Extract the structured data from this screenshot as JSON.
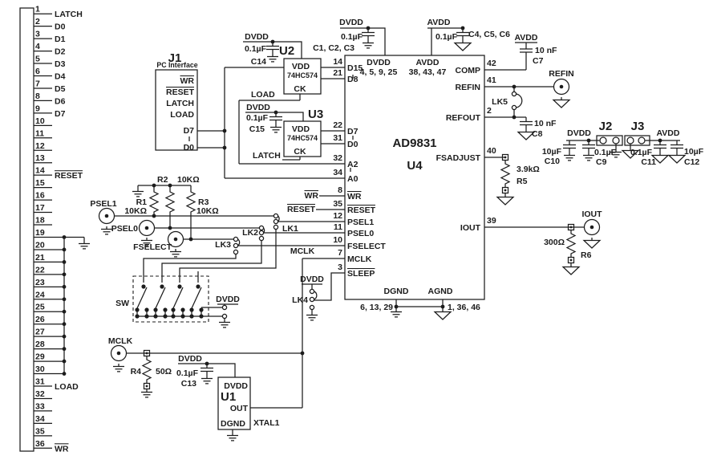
{
  "connector": {
    "pins": [
      {
        "n": "1",
        "label": "LATCH"
      },
      {
        "n": "2",
        "label": "D0"
      },
      {
        "n": "3",
        "label": "D1"
      },
      {
        "n": "4",
        "label": "D2"
      },
      {
        "n": "5",
        "label": "D3"
      },
      {
        "n": "6",
        "label": "D4"
      },
      {
        "n": "7",
        "label": "D5"
      },
      {
        "n": "8",
        "label": "D6"
      },
      {
        "n": "9",
        "label": "D7"
      },
      {
        "n": "10"
      },
      {
        "n": "11"
      },
      {
        "n": "12"
      },
      {
        "n": "13"
      },
      {
        "n": "14",
        "label": "RESET",
        "ol": true
      },
      {
        "n": "15"
      },
      {
        "n": "16"
      },
      {
        "n": "17"
      },
      {
        "n": "18"
      },
      {
        "n": "19",
        "bus": true
      },
      {
        "n": "20",
        "bus": true
      },
      {
        "n": "21",
        "bus": true
      },
      {
        "n": "22",
        "bus": true
      },
      {
        "n": "23",
        "bus": true
      },
      {
        "n": "24",
        "bus": true
      },
      {
        "n": "25",
        "bus": true
      },
      {
        "n": "26",
        "bus": true
      },
      {
        "n": "27",
        "bus": true
      },
      {
        "n": "28",
        "bus": true
      },
      {
        "n": "29",
        "bus": true
      },
      {
        "n": "30",
        "bus": true
      },
      {
        "n": "31",
        "label": "LOAD"
      },
      {
        "n": "32"
      },
      {
        "n": "33"
      },
      {
        "n": "34"
      },
      {
        "n": "35"
      },
      {
        "n": "36",
        "label": "WR",
        "ol": true
      }
    ]
  },
  "j1": {
    "ref": "J1",
    "desc": "PC Interface",
    "sig_wr": "WR",
    "sig_reset": "RESET",
    "sig_latch": "LATCH",
    "sig_load": "LOAD",
    "sig_d7": "D7",
    "sig_d0": "D0"
  },
  "u2": {
    "ref": "U2",
    "vdd": "VDD",
    "part": "74HC574",
    "ck": "CK"
  },
  "u3": {
    "ref": "U3",
    "vdd": "VDD",
    "part": "74HC574",
    "ck": "CK"
  },
  "u1": {
    "ref": "U1",
    "vdd": "DVDD",
    "out": "OUT",
    "gnd": "DGND",
    "xtal": "XTAL1"
  },
  "u4": {
    "ref": "U4",
    "part": "AD9831",
    "dvdd": "DVDD",
    "dvdd_pins": "4, 5, 9, 25",
    "avdd": "AVDD",
    "avdd_pins": "38, 43, 47",
    "dgnd": "DGND",
    "dgnd_pins": "6, 13, 29",
    "agnd": "AGND",
    "agnd_pins": "1, 36, 46",
    "pins_left": [
      {
        "num": "14",
        "name": "D15"
      },
      {
        "num": "21",
        "name": "D8"
      },
      {
        "num": "22",
        "name": "D7"
      },
      {
        "num": "31",
        "name": "D0"
      },
      {
        "num": "32",
        "name": "A2"
      },
      {
        "num": "34",
        "name": "A0"
      },
      {
        "num": "8",
        "name": "WR",
        "ol": true
      },
      {
        "num": "35",
        "name": "RESET",
        "ol": true
      },
      {
        "num": "12",
        "name": "PSEL1"
      },
      {
        "num": "11",
        "name": "PSEL0"
      },
      {
        "num": "10",
        "name": "FSELECT"
      },
      {
        "num": "7",
        "name": "MCLK"
      },
      {
        "num": "3",
        "name": "SLEEP",
        "ol": true
      }
    ],
    "pins_right": [
      {
        "num": "42",
        "name": "COMP"
      },
      {
        "num": "41",
        "name": "REFIN"
      },
      {
        "num": "2",
        "name": "REFOUT"
      },
      {
        "num": "40",
        "name": "FSADJUST"
      },
      {
        "num": "39",
        "name": "IOUT"
      }
    ]
  },
  "nets": {
    "dvdd": "DVDD",
    "avdd": "AVDD",
    "wr": "WR",
    "reset": "RESET",
    "load": "LOAD",
    "latch": "LATCH",
    "mclk": "MCLK",
    "psel1": "PSEL1",
    "psel0": "PSEL0",
    "fselect": "FSELECT",
    "refin": "REFIN",
    "iout": "IOUT",
    "sw": "SW"
  },
  "links": {
    "lk1": "LK1",
    "lk2": "LK2",
    "lk3": "LK3",
    "lk4": "LK4",
    "lk5": "LK5"
  },
  "jumpers": {
    "j2": "J2",
    "j3": "J3"
  },
  "parts": {
    "r1": {
      "ref": "R1",
      "val": "10KΩ"
    },
    "r2": {
      "ref": "R2",
      "val": "10KΩ"
    },
    "r3": {
      "ref": "R3",
      "val": "10KΩ"
    },
    "r4": {
      "ref": "R4",
      "val": "50Ω"
    },
    "r5": {
      "ref": "R5",
      "val": "3.9kΩ"
    },
    "r6": {
      "ref": "R6",
      "val": "300Ω"
    },
    "c123": {
      "ref": "C1, C2, C3",
      "val": "0.1µF"
    },
    "c456": {
      "ref": "C4, C5, C6",
      "val": "0.1µF"
    },
    "c7": {
      "ref": "C7",
      "val": "10 nF"
    },
    "c8": {
      "ref": "C8",
      "val": "10 nF"
    },
    "c9": {
      "ref": "C9",
      "val": "0.1µF"
    },
    "c10": {
      "ref": "C10",
      "val": "10µF"
    },
    "c11": {
      "ref": "C11",
      "val": "0.1µF"
    },
    "c12": {
      "ref": "C12",
      "val": "10µF"
    },
    "c13": {
      "ref": "C13",
      "val": "0.1µF"
    },
    "c14": {
      "ref": "C14",
      "val": "0.1µF"
    },
    "c15": {
      "ref": "C15",
      "val": "0.1µF"
    }
  },
  "colors": {
    "ink": "#1c1c1c",
    "bg": "#ffffff"
  }
}
